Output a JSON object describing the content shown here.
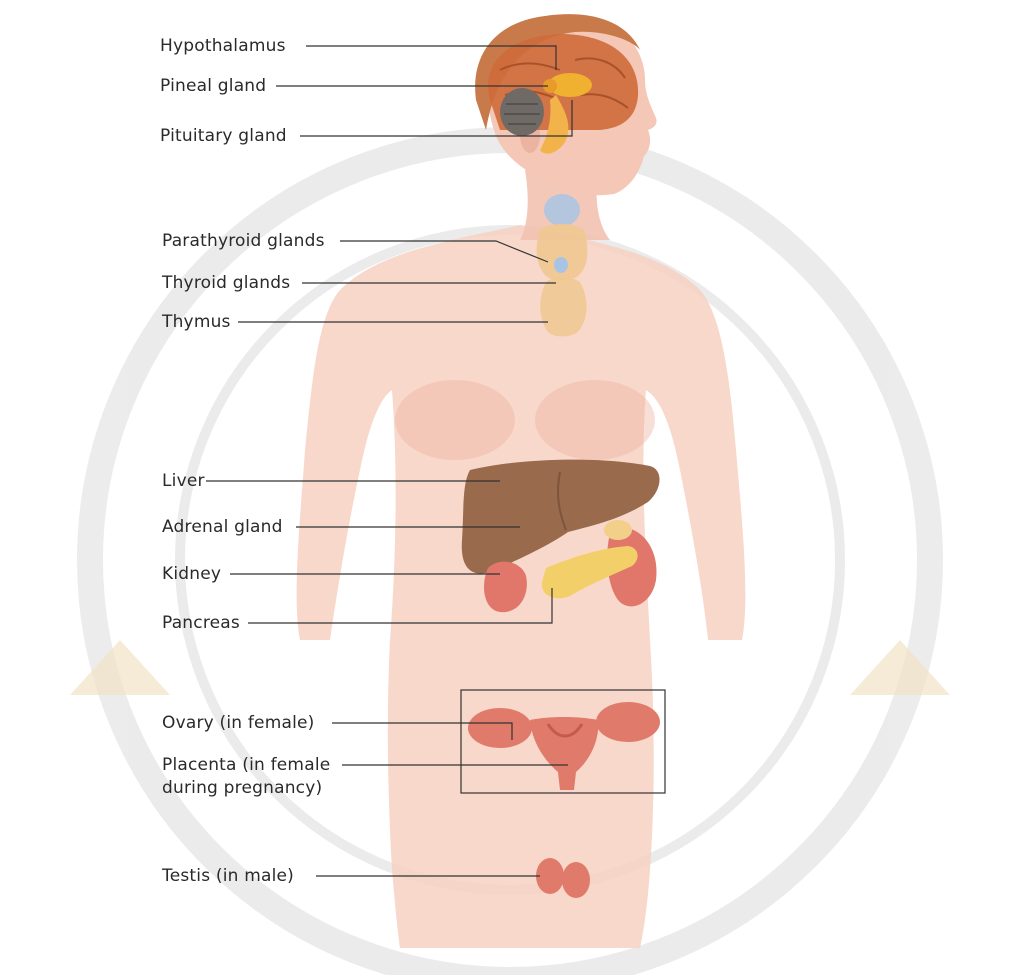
{
  "labels": {
    "hypothalamus": "Hypothalamus",
    "pineal": "Pineal gland",
    "pituitary": "Pituitary gland",
    "parathyroid": "Parathyroid glands",
    "thyroid": "Thyroid glands",
    "thymus": "Thymus",
    "liver": "Liver",
    "adrenal": "Adrenal gland",
    "kidney": "Kidney",
    "pancreas": "Pancreas",
    "ovary": "Ovary (in female)",
    "placenta_line1": "Placenta (in female",
    "placenta_line2": "during pregnancy)",
    "testis": "Testis (in male)"
  },
  "colors": {
    "skin": "#f6cfc0",
    "skin_shade": "#eeb6a4",
    "brain": "#cf6a3a",
    "hypothalamus": "#f0b030",
    "cerebellum": "#6f6a66",
    "liver": "#9a6a4c",
    "kidney": "#e0776a",
    "pancreas": "#f3cf6a",
    "uterus": "#e07a6a",
    "thyroid": "#f0c890",
    "parathyroid": "#a8c4e4",
    "watermark": "#d8d8d8",
    "leader_line": "#333333"
  }
}
